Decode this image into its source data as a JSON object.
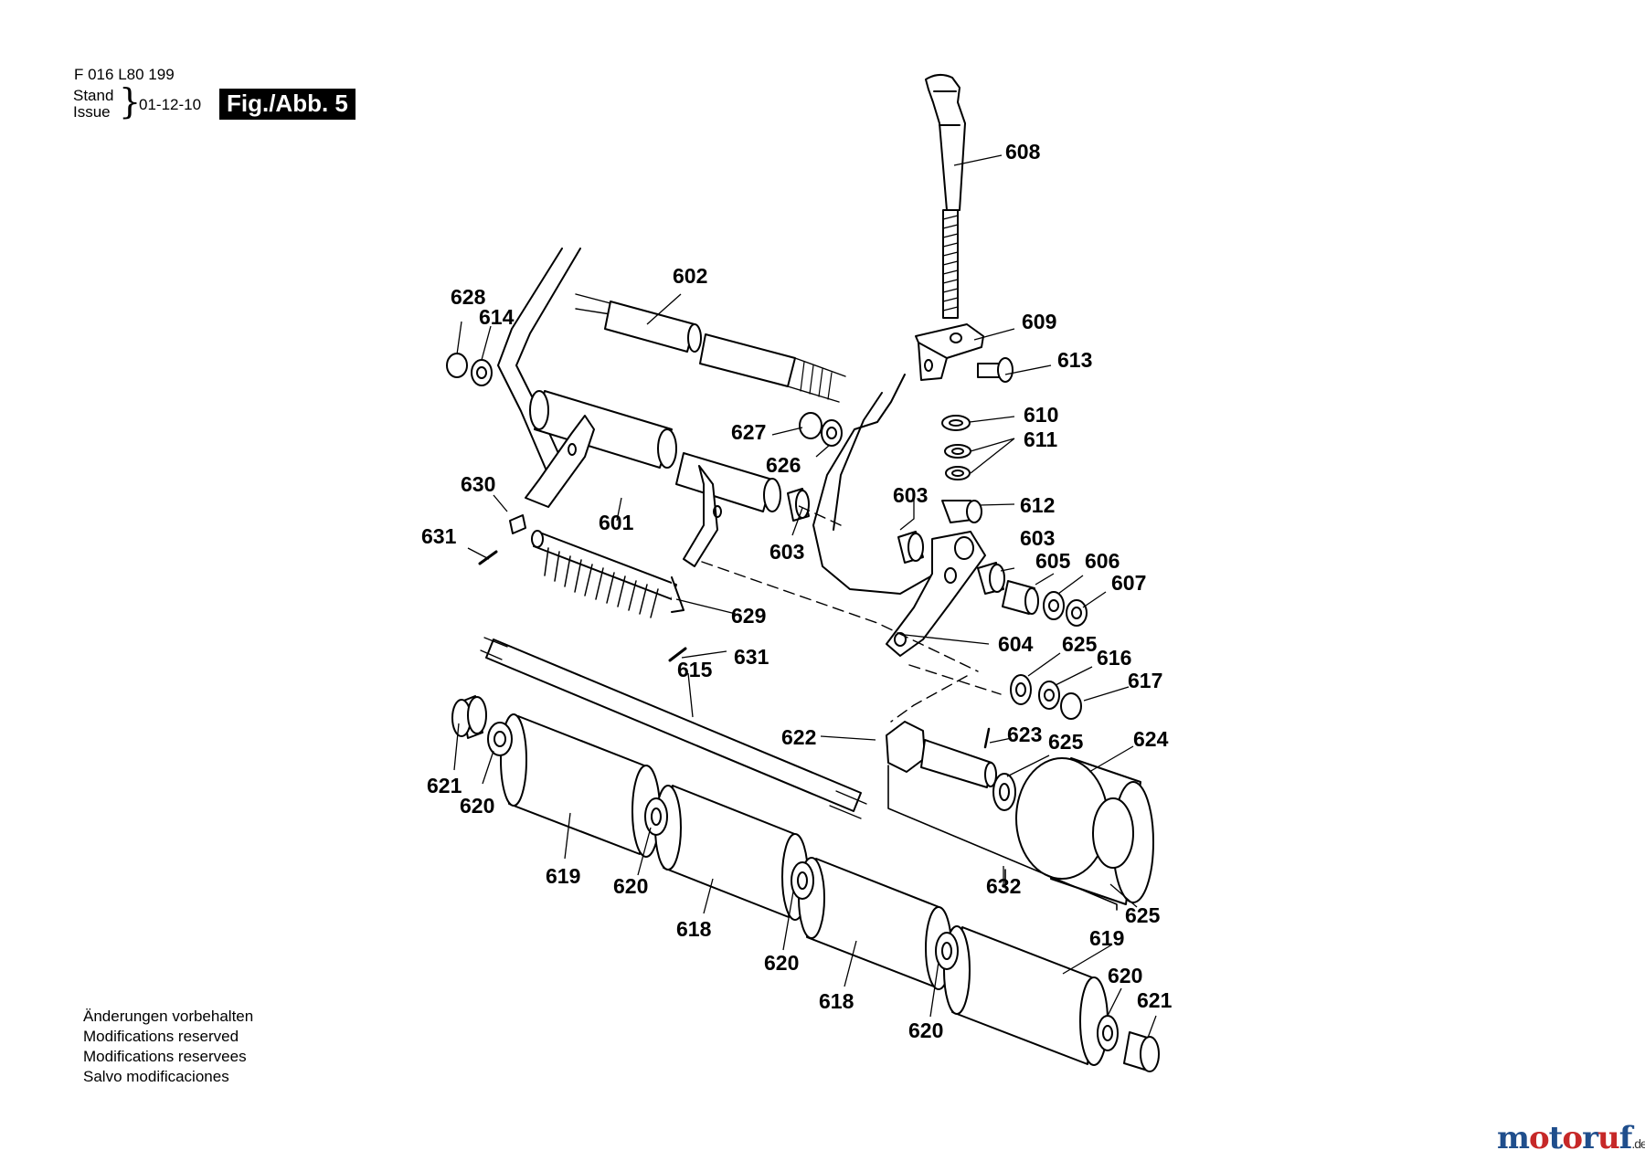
{
  "header": {
    "part_number": "F 016 L80 199",
    "stand": "Stand",
    "issue": "Issue",
    "brace": "}",
    "date": "01-12-10",
    "figure": "Fig./Abb. 5"
  },
  "notes": [
    "Änderungen vorbehalten",
    "Modifications reserved",
    "Modifications reservees",
    "Salvo modificaciones"
  ],
  "watermark": {
    "brand": "motoruf",
    "tld": ".de"
  },
  "colors": {
    "ink": "#000000",
    "paper": "#ffffff",
    "brand_blue": "#1f4e8c",
    "brand_red": "#c62828"
  },
  "labels": [
    "608",
    "602",
    "628",
    "614",
    "609",
    "613",
    "610",
    "611",
    "627",
    "626",
    "630",
    "601",
    "603",
    "612",
    "631",
    "603",
    "603",
    "605",
    "606",
    "607",
    "629",
    "604",
    "625",
    "616",
    "631",
    "615",
    "617",
    "622",
    "623",
    "625",
    "624",
    "621",
    "620",
    "619",
    "620",
    "618",
    "632",
    "620",
    "625",
    "618",
    "619",
    "620",
    "620",
    "621"
  ]
}
